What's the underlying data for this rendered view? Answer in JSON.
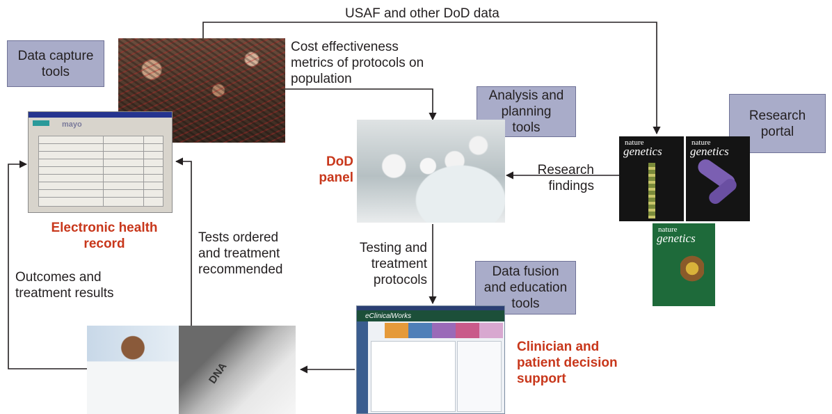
{
  "top_feed": {
    "label": "USAF and other DoD data"
  },
  "boxes": {
    "data_capture": "Data capture tools",
    "analysis_planning": "Analysis and planning tools",
    "research_portal": "Research portal",
    "data_fusion": "Data fusion and education tools"
  },
  "nodes": {
    "ehr": "Electronic health record",
    "dod_panel": "DoD panel",
    "decision_support": "Clinician and patient decision support"
  },
  "edges": {
    "cost_effectiveness": "Cost effectiveness metrics of protocols on population",
    "research_findings": "Research findings",
    "testing_protocols": "Testing and treatment protocols",
    "tests_ordered": "Tests ordered and treatment recommended",
    "outcomes": "Outcomes and treatment results"
  },
  "journal": {
    "nature": "nature",
    "genetics": "genetics"
  },
  "ehr_window": {
    "logo": "mayo"
  },
  "emr_window": {
    "brand": "eClinicalWorks"
  },
  "vial_text": "DNA",
  "colors": {
    "box_fill": "#a9acc9",
    "node_red": "#c8371b",
    "line": "#231f20"
  }
}
